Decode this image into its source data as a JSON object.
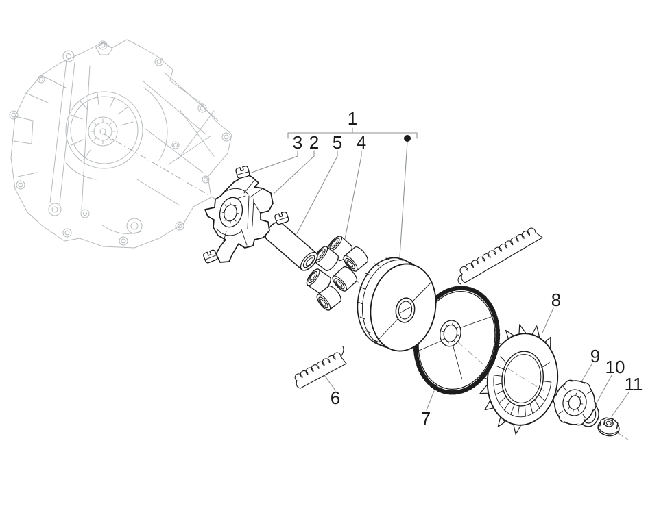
{
  "diagram": {
    "kind": "exploded-parts-diagram",
    "background": "#ffffff"
  },
  "colors": {
    "part_line": "#1c1c1c",
    "context_line": "#b6babc",
    "leader_line": "#8d9296",
    "axis_line": "#a0a4a6",
    "label_text": "#1a1a1a"
  },
  "callouts": {
    "bracket": {
      "label": "1"
    },
    "items": [
      {
        "label": "3"
      },
      {
        "label": "2"
      },
      {
        "label": "5"
      },
      {
        "label": "4"
      },
      {
        "label": "6"
      },
      {
        "label": "7"
      },
      {
        "label": "8"
      },
      {
        "label": "9"
      },
      {
        "label": "10"
      },
      {
        "label": "11"
      }
    ]
  }
}
